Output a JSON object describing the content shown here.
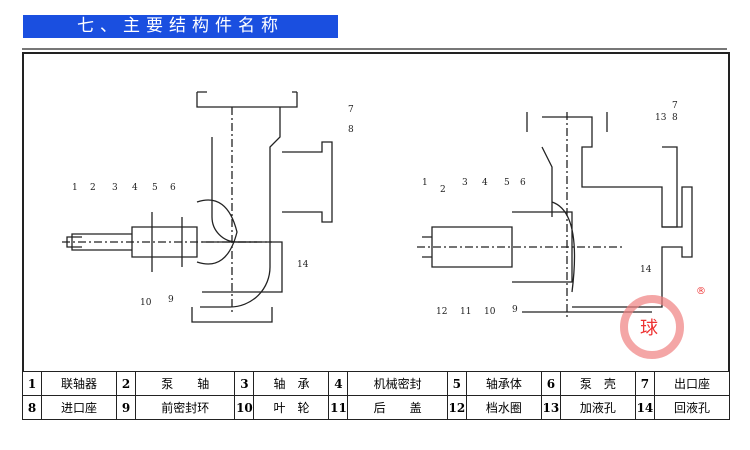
{
  "title": "七、主要结构件名称",
  "callouts_left": [
    "1",
    "2",
    "3",
    "4",
    "5",
    "6",
    "7",
    "8",
    "9",
    "10",
    "14"
  ],
  "callouts_right": [
    "1",
    "2",
    "3",
    "4",
    "5",
    "6",
    "7",
    "8",
    "9",
    "10",
    "11",
    "12",
    "13",
    "14"
  ],
  "logo": {
    "text": "球",
    "registered": "®",
    "color": "#e33"
  },
  "parts": [
    {
      "no": "1",
      "name": "联轴器"
    },
    {
      "no": "2",
      "name": "泵　　轴"
    },
    {
      "no": "3",
      "name": "轴　承"
    },
    {
      "no": "4",
      "name": "机械密封"
    },
    {
      "no": "5",
      "name": "轴承体"
    },
    {
      "no": "6",
      "name": "泵　壳"
    },
    {
      "no": "7",
      "name": "出口座"
    },
    {
      "no": "8",
      "name": "进口座"
    },
    {
      "no": "9",
      "name": "前密封环"
    },
    {
      "no": "10",
      "name": "叶　轮"
    },
    {
      "no": "11",
      "name": "后　　盖"
    },
    {
      "no": "12",
      "name": "档水圈"
    },
    {
      "no": "13",
      "name": "加液孔"
    },
    {
      "no": "14",
      "name": "回液孔"
    }
  ]
}
